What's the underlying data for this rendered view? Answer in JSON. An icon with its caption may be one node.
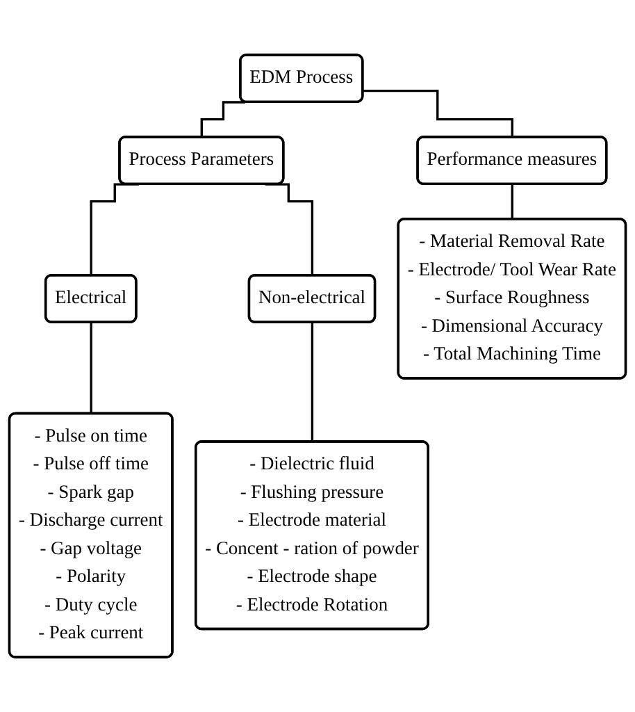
{
  "diagram": {
    "nodes": [
      {
        "text": [
          "EDM Process"
        ]
      },
      {
        "text": [
          "Process Parameters"
        ]
      },
      {
        "text": [
          "Performance measures"
        ]
      },
      {
        "text": [
          "Electrical"
        ]
      },
      {
        "text": [
          "Non-electrical"
        ]
      },
      {
        "text": [
          "- Pulse on time",
          "- Pulse off time",
          "- Spark gap",
          "- Discharge current",
          "- Gap voltage",
          "- Polarity",
          "- Duty cycle",
          "- Peak current"
        ]
      },
      {
        "text": [
          "- Dielectric fluid",
          "- Flushing pressure",
          "- Electrode material",
          "- Concent - ration of powder",
          "- Electrode shape",
          "- Electrode Rotation"
        ]
      },
      {
        "text": [
          "- Material Removal Rate",
          "- Electrode/ Tool Wear Rate",
          "- Surface Roughness",
          "- Dimensional Accuracy",
          "- Total Machining Time"
        ]
      }
    ],
    "edges": [
      {
        "from": 0,
        "to": 1,
        "arrow": "none"
      },
      {
        "from": 0,
        "to": 2,
        "arrow": "none"
      },
      {
        "from": 1,
        "to": 3,
        "arrow": "none"
      },
      {
        "from": 1,
        "to": 4,
        "arrow": "none"
      },
      {
        "from": 3,
        "to": 5,
        "arrow": "none"
      },
      {
        "from": 4,
        "to": 6,
        "arrow": "none"
      },
      {
        "from": 2,
        "to": 7,
        "arrow": "none"
      }
    ]
  }
}
